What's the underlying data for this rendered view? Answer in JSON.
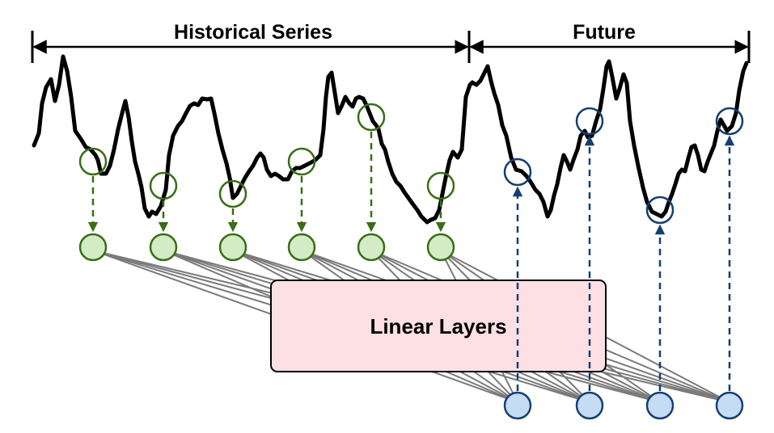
{
  "labels": {
    "historical": "Historical Series",
    "future": "Future",
    "linear_layers": "Linear Layers"
  },
  "colors": {
    "series_line": "#000000",
    "historical_stroke": "#3a6e17",
    "historical_fill": "#d4ecc6",
    "future_stroke": "#143f72",
    "future_fill": "#c6dcf4",
    "box_fill": "#fde0e4",
    "box_stroke": "#000000",
    "connection_line": "#7a7a7a"
  },
  "counts": {
    "historical_nodes": 6,
    "future_nodes": 4
  }
}
